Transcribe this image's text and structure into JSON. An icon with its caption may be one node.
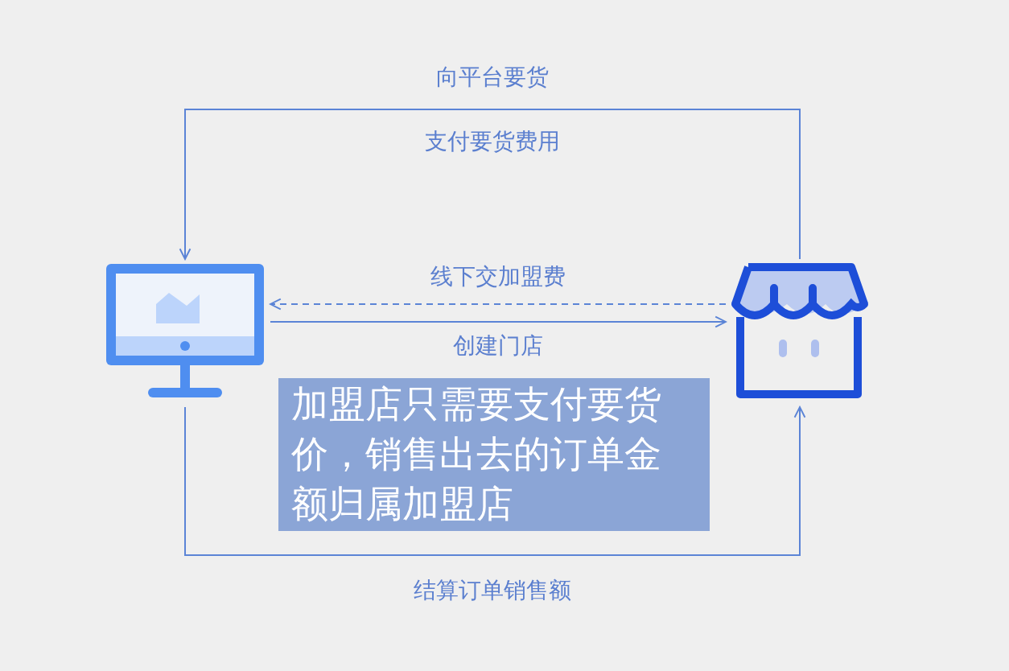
{
  "diagram": {
    "nodes": [
      {
        "text": [],
        "shape": "picture"
      },
      {
        "text": [],
        "shape": "picture"
      },
      {
        "text": [
          "加盟店只需要支付要货价，销售出去的订单金额归属加盟店"
        ]
      }
    ],
    "edges": [
      {
        "from": 1,
        "to": 0,
        "arrow": "to",
        "label": "向平台要货"
      },
      {
        "from": 1,
        "to": 0,
        "arrow": "to",
        "label": "线下交加盟费",
        "style": "dashed"
      },
      {
        "from": 0,
        "to": 1,
        "arrow": "to",
        "label": "创建门店"
      },
      {
        "from": 0,
        "to": 1,
        "arrow": "to",
        "label": "结算订单销售额"
      }
    ],
    "labels": [
      "支付要货费用"
    ]
  }
}
